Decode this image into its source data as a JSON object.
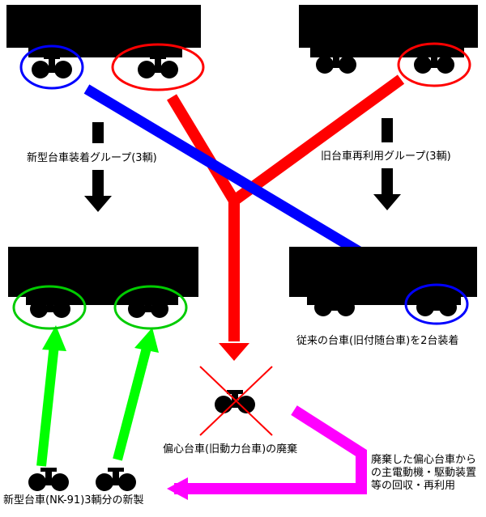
{
  "labels": {
    "new_group": "新型台車装着グループ(3輌)",
    "old_group": "旧台車再利用グループ(3輌)",
    "conventional": "従来の台車(旧付随台車)を2台装着",
    "scrap": "偏心台車(旧動力台車)の廃棄",
    "recover_line1": "廃棄した偏心台車から",
    "recover_line2": "の主電動機・駆動装置",
    "recover_line3": "等の回収・再利用",
    "new_bogies": "新型台車(NK-91)3輌分の新製"
  },
  "colors": {
    "car_body": "#000000",
    "new_bogie_ring": "#00cc00",
    "reused_bogie_ring": "#0000ff",
    "scrapped_bogie_ring": "#ff0000",
    "new_bogie_arrow": "#00ff00",
    "reuse_arrow": "#0000ff",
    "scrap_arrow": "#ff0000",
    "recover_arrow": "#ff00ff",
    "cross_mark": "#ff0000"
  }
}
